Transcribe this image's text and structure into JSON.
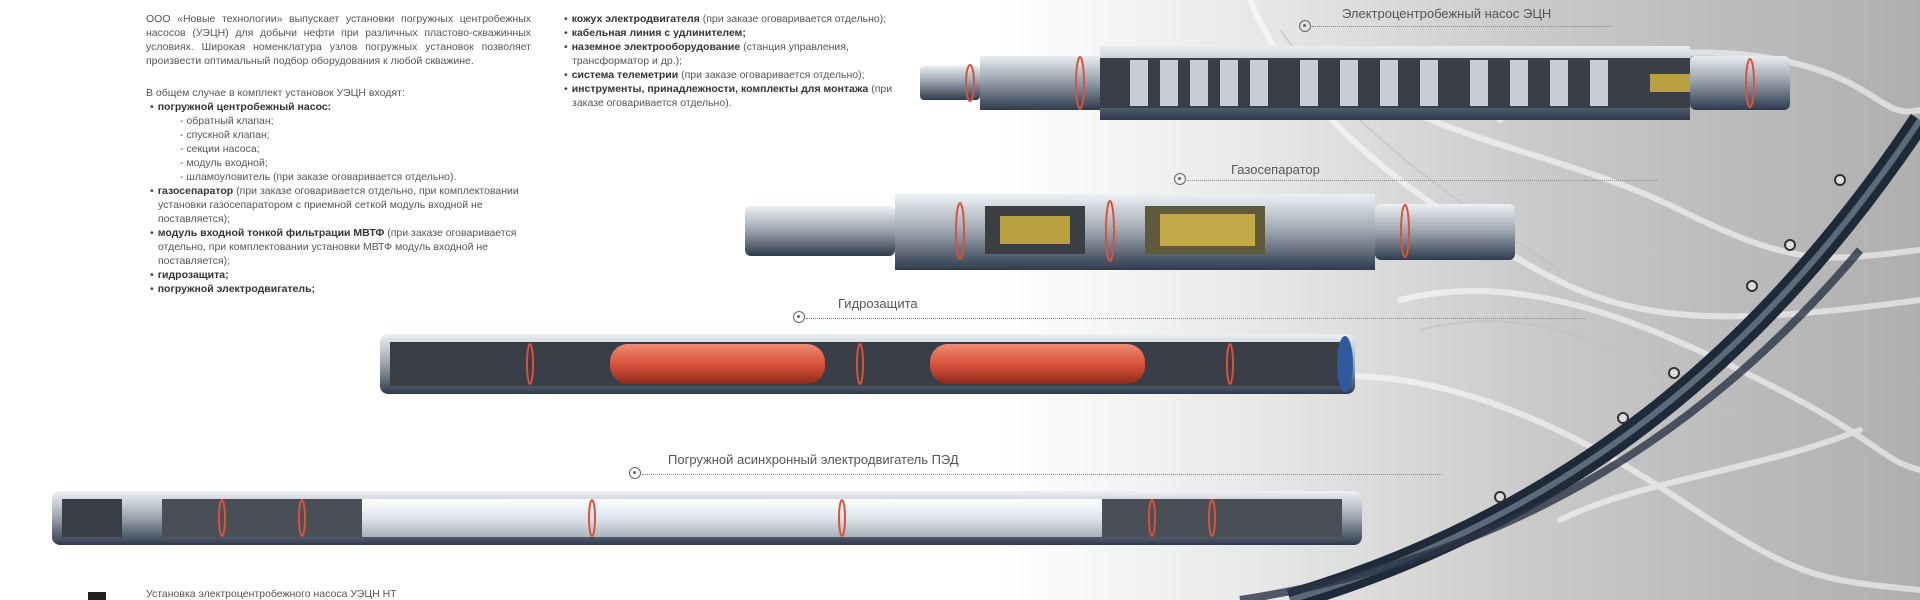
{
  "intro": "ООО «Новые технологии» выпускает установки погружных центробежных насосов (УЭЦН) для добычи нефти при различных пластово-скважинных условиях. Широкая номенклатура узлов погружных установок позволяет произвести оптимальный подбор оборудования к любой скважине.",
  "list_heading": "В общем случае в комплект установок УЭЦН входят:",
  "left_items": [
    {
      "bold": "погружной центробежный насос:",
      "note": ""
    },
    {
      "sub": "- обратный клапан;"
    },
    {
      "sub": "- спускной клапан;"
    },
    {
      "sub": "- секции насоса;"
    },
    {
      "sub": "- модуль входной;"
    },
    {
      "sub": "- шламоуловитель (при заказе оговаривается отдельно)."
    },
    {
      "bold": "газосепаратор",
      "note": " (при заказе оговаривается отдельно, при комплектовании установки газосепаратором с приемной сеткой модуль входной не поставляется);"
    },
    {
      "bold": "модуль входной тонкой фильтрации МВТФ",
      "note": " (при заказе оговаривается отдельно, при комплектовании установки МВТФ модуль входной не поставляется);"
    },
    {
      "bold": "гидрозащита;",
      "note": ""
    },
    {
      "bold": "погружной электродвигатель;",
      "note": ""
    }
  ],
  "right_items": [
    {
      "bold": "кожух электродвигателя",
      "note": " (при заказе оговаривается отдельно);"
    },
    {
      "bold": "кабельная линия с удлинителем;",
      "note": ""
    },
    {
      "bold": "наземное электрооборудование",
      "note": " (станция управления, трансформатор и др.);"
    },
    {
      "bold": "система телеметрии",
      "note": " (при заказе оговаривается отдельно);"
    },
    {
      "bold": "инструменты, принадлежности, комплекты для монтажа",
      "note": " (при заказе оговаривается отдельно)."
    }
  ],
  "captions": {
    "pump": "Электроцентробежный насос ЭЦН",
    "separator": "Газосепаратор",
    "protector": "Гидрозащита",
    "motor": "Погружной асинхронный электродвигатель ПЭД"
  },
  "footer": "Установка электроцентробежного насоса УЭЦН НТ",
  "colors": {
    "steel": "#9aa3ad",
    "dark_steel": "#2f3b4c",
    "rubber": "#d9533c",
    "brass": "#b9a040"
  },
  "icons": [
    "callout-ring-icon"
  ]
}
